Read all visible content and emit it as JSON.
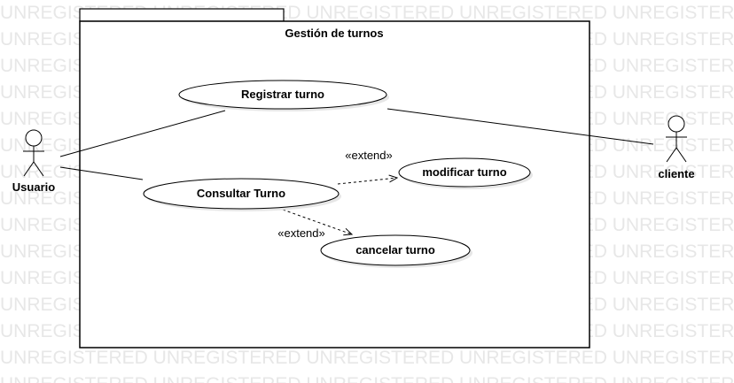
{
  "watermark": "UNREGISTERED UNREGISTERED UNREGISTERED UNREGISTERED UNREGISTERED",
  "system": {
    "title": "Gestión de turnos"
  },
  "actors": {
    "usuario": "Usuario",
    "cliente": "cliente"
  },
  "use_cases": {
    "registrar": "Registrar turno",
    "consultar": "Consultar Turno",
    "modificar": "modificar turno",
    "cancelar": "cancelar turno"
  },
  "relations": {
    "extend_label": "«extend»"
  },
  "colors": {
    "line": "#000000",
    "watermark": "#e7e7e7",
    "shadow": "#e6e6e6",
    "background": "#ffffff"
  }
}
